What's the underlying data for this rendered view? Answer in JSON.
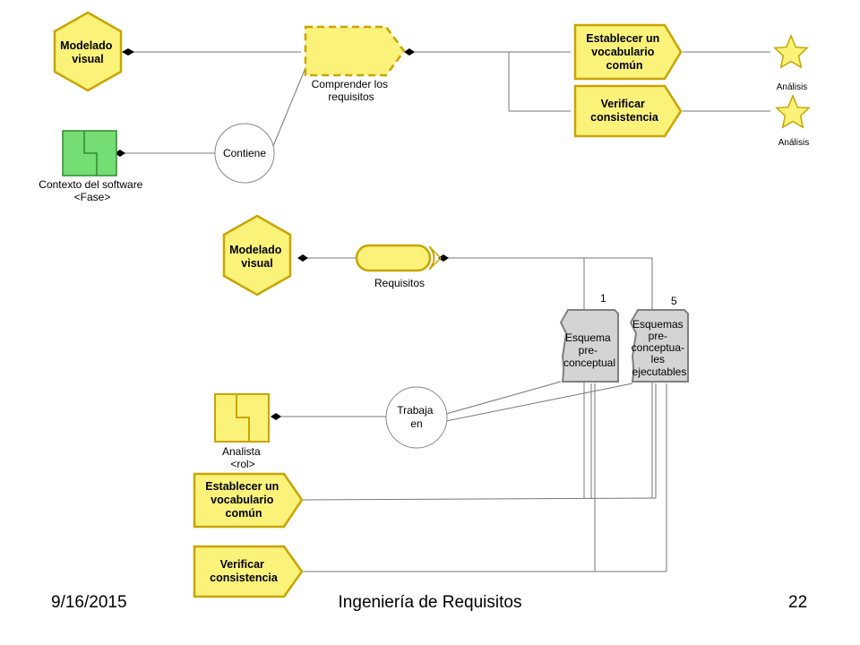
{
  "diagram_top": {
    "modelado": [
      "Modelado",
      "visual"
    ],
    "comprender": [
      "Comprender los",
      "requisitos"
    ],
    "contiene": "Contiene",
    "contexto": [
      "Contexto del software",
      "<Fase>"
    ],
    "establecer": [
      "Establecer un",
      "vocabulario",
      "común"
    ],
    "verificar": [
      "Verificar",
      "consistencia"
    ],
    "analisis_1": "Análisis",
    "analisis_2": "Análisis"
  },
  "diagram_bottom": {
    "modelado": [
      "Modelado",
      "visual"
    ],
    "requisitos": "Requisitos",
    "mult_1": "1",
    "mult_5": "5",
    "esquema": [
      "Esquema",
      "pre-",
      "conceptual"
    ],
    "esquemas": [
      "Esquemas",
      "pre-",
      "conceptua-",
      "les",
      "ejecutables"
    ],
    "trabaja": [
      "Trabaja",
      "en"
    ],
    "analista": [
      "Analista",
      "<rol>"
    ],
    "establecer": [
      "Establecer un",
      "vocabulario",
      "común"
    ],
    "verificar": [
      "Verificar",
      "consistencia"
    ]
  },
  "footer": {
    "date": "9/16/2015",
    "title": "Ingeniería de Requisitos",
    "page": "22"
  },
  "colors": {
    "yellow": "#fbf27a",
    "yellow_border": "#c9a400",
    "green": "#74dd74",
    "gray_doc": "#d4d4d4",
    "line": "#777777"
  }
}
